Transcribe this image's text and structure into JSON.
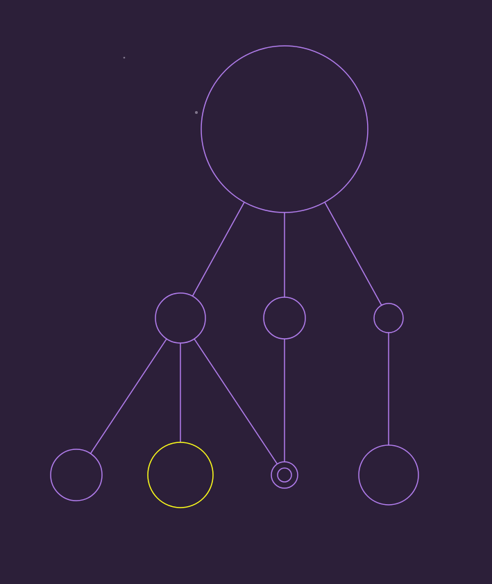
{
  "colors": {
    "background": "#2c1f39",
    "edge": "#b47ff0",
    "node": "#b47ff0",
    "highlight": "#ffff1a",
    "sparkle": "#c8bed4"
  },
  "nodes": [
    {
      "id": "root",
      "level": 0,
      "highlighted": false,
      "style": "plain"
    },
    {
      "id": "a",
      "level": 1,
      "highlighted": false,
      "style": "plain"
    },
    {
      "id": "b",
      "level": 1,
      "highlighted": false,
      "style": "plain"
    },
    {
      "id": "c",
      "level": 1,
      "highlighted": false,
      "style": "plain"
    },
    {
      "id": "a1",
      "level": 2,
      "highlighted": false,
      "style": "plain"
    },
    {
      "id": "a2",
      "level": 2,
      "highlighted": true,
      "style": "plain"
    },
    {
      "id": "ab",
      "level": 2,
      "highlighted": false,
      "style": "double-ring"
    },
    {
      "id": "c1",
      "level": 2,
      "highlighted": false,
      "style": "plain"
    }
  ],
  "edges": [
    {
      "from": "root",
      "to": "a"
    },
    {
      "from": "root",
      "to": "b"
    },
    {
      "from": "root",
      "to": "c"
    },
    {
      "from": "a",
      "to": "a1"
    },
    {
      "from": "a",
      "to": "a2"
    },
    {
      "from": "a",
      "to": "ab"
    },
    {
      "from": "b",
      "to": "ab"
    },
    {
      "from": "c",
      "to": "c1"
    }
  ]
}
